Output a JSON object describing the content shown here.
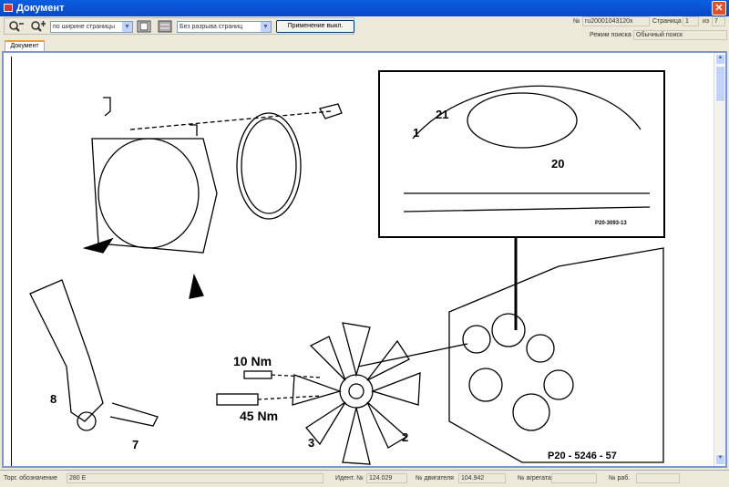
{
  "window": {
    "title": "Документ"
  },
  "toolbar": {
    "zoom_select": "по ширине страницы",
    "break_select": "Без разрыва страниц",
    "apply_button": "Применение выкл."
  },
  "header": {
    "number_label": "№",
    "number_value": "ru20001043120x",
    "page_label": "Страница",
    "page_value": "1",
    "of_label": "из",
    "of_value": "7",
    "search_mode_label": "Режим поиска",
    "search_mode_value": "Обычный поиск"
  },
  "tabs": [
    {
      "label": "Документ"
    }
  ],
  "drawing": {
    "labels": {
      "c21": "21",
      "c1": "1",
      "c20": "20",
      "inset_ref": "P20-3093-13",
      "torque1": "10 Nm",
      "torque2": "45 Nm",
      "c8": "8",
      "c7": "7",
      "c3": "3",
      "c2": "2",
      "figure_ref": "P20 - 5246 - 57"
    }
  },
  "status": {
    "trade_label": "Торг. обозначение",
    "trade_value": "280 E",
    "ident_label": "Идент. №",
    "ident_value": "124.029",
    "engine_label": "№ двигателя",
    "engine_value": "104.942",
    "unit_label": "№ агрегата",
    "unit_value": "",
    "work_label": "№ раб.",
    "work_value": ""
  }
}
